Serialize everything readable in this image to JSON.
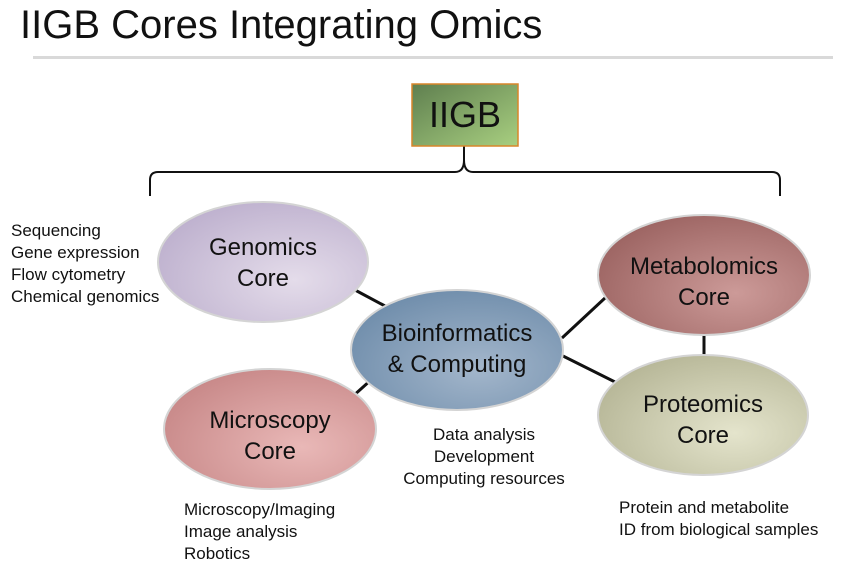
{
  "title": "IIGB Cores Integrating Omics",
  "root": {
    "label": "IIGB"
  },
  "nodes": {
    "genomics": {
      "line1": "Genomics",
      "line2": "Core"
    },
    "bioinformatics": {
      "line1": "Bioinformatics",
      "line2": "& Computing"
    },
    "metabolomics": {
      "line1": "Metabolomics",
      "line2": "Core"
    },
    "microscopy": {
      "line1": "Microscopy",
      "line2": "Core"
    },
    "proteomics": {
      "line1": "Proteomics",
      "line2": "Core"
    }
  },
  "descriptions": {
    "genomics": [
      "Sequencing",
      "Gene expression",
      "Flow cytometry",
      "Chemical genomics"
    ],
    "bioinformatics": [
      "Data analysis",
      "Development",
      "Computing resources"
    ],
    "microscopy": [
      "Microscopy/Imaging",
      "Image analysis",
      "Robotics"
    ],
    "proteomics": [
      "Protein and metabolite",
      "ID from biological samples"
    ]
  },
  "colors": {
    "root_fill_top": "#5f7f4f",
    "root_fill_bottom": "#a8cf80",
    "root_border": "#d9862a",
    "genomics": "#cfc5dd",
    "bioinformatics": "#8fa8c3",
    "metabolomics": "#b98583",
    "microscopy": "#d9a3a3",
    "proteomics": "#d3d3b4"
  }
}
